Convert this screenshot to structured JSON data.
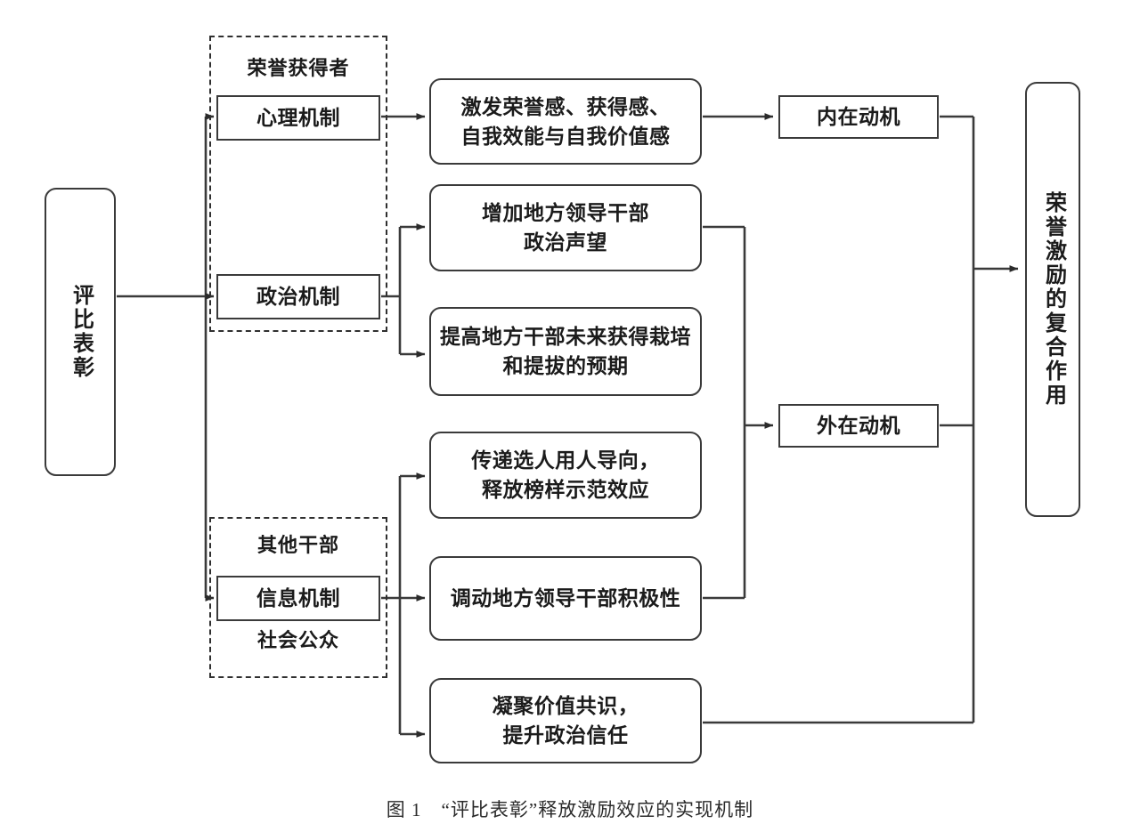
{
  "figure": {
    "caption": "图 1　“评比表彰”释放激励效应的实现机制",
    "line_color": "#3a3a3a",
    "text_color": "#1b1b1b",
    "background": "#ffffff"
  },
  "source": {
    "label": "评比表彰"
  },
  "groups": [
    {
      "id": "honor-recipient",
      "top_label": "荣誉获得者",
      "bottom_label": "",
      "mechanisms": [
        {
          "id": "psychological",
          "label": "心理机制"
        },
        {
          "id": "political",
          "label": "政治机制"
        }
      ]
    },
    {
      "id": "other-cadres-public",
      "top_label": "其他干部",
      "bottom_label": "社会公众",
      "mechanisms": [
        {
          "id": "information",
          "label": "信息机制"
        }
      ]
    }
  ],
  "effects": [
    {
      "id": "effect-1",
      "label": "激发荣誉感、获得感、\n自我效能与自我价值感"
    },
    {
      "id": "effect-2",
      "label": "增加地方领导干部\n政治声望"
    },
    {
      "id": "effect-3",
      "label": "提高地方干部未来获得栽培\n和提拔的预期"
    },
    {
      "id": "effect-4",
      "label": "传递选人用人导向，\n释放榜样示范效应"
    },
    {
      "id": "effect-5",
      "label": "调动地方领导干部积极性"
    },
    {
      "id": "effect-6",
      "label": "凝聚价值共识，\n提升政治信任"
    }
  ],
  "motivations": [
    {
      "id": "intrinsic",
      "label": "内在动机"
    },
    {
      "id": "extrinsic",
      "label": "外在动机"
    }
  ],
  "outcome": {
    "label": "荣誉激励的复合作用"
  }
}
